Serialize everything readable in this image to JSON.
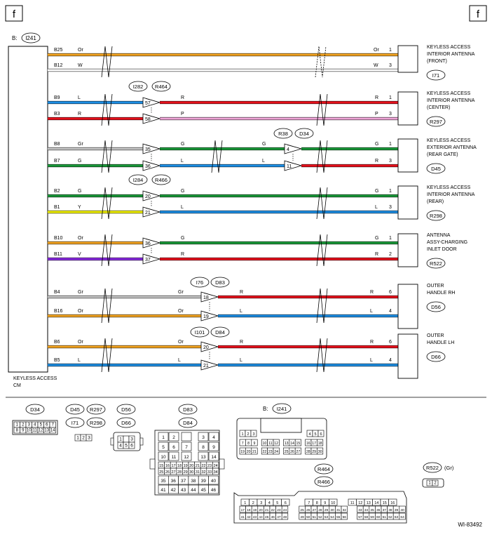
{
  "page_markers": [
    "f",
    "f"
  ],
  "ecu": {
    "name": "KEYLESS ACCESS CM",
    "connector": "I241",
    "pin_prefix": "B:"
  },
  "connector_labels": [
    "I282",
    "R464",
    "I284",
    "R466",
    "R38",
    "D34",
    "I76",
    "D83",
    "I101",
    "D84"
  ],
  "wires": [
    {
      "ecu_pin": "B25",
      "src_color": "Or",
      "dst_color": "Or",
      "dst_pin": "1",
      "hex": "#f5a623"
    },
    {
      "ecu_pin": "B12",
      "src_color": "W",
      "dst_color": "W",
      "dst_pin": "3",
      "hex": "#ffffff"
    },
    {
      "ecu_pin": "B9",
      "src_color": "L",
      "mid_pin": "57",
      "mid_color": "R",
      "dst_color": "R",
      "dst_pin": "1",
      "hex1": "#1e90e6",
      "hex2": "#e8121d"
    },
    {
      "ecu_pin": "B3",
      "src_color": "R",
      "mid_pin": "58",
      "mid_color": "P",
      "dst_color": "P",
      "dst_pin": "3",
      "hex1": "#e8121d",
      "hex2": "#f0a6d8"
    },
    {
      "ecu_pin": "B8",
      "src_color": "Gr",
      "mid_pin": "35",
      "mid_color": "G",
      "mid2_color": "G",
      "mid2_pin": "4",
      "dst_color": "G",
      "dst_pin": "1",
      "hex1": "#c8c8c8",
      "hex2": "#1a9a3a",
      "hex3": "#1a9a3a"
    },
    {
      "ecu_pin": "B7",
      "src_color": "G",
      "mid_pin": "36",
      "mid_color": "L",
      "mid2_color": "L",
      "mid2_pin": "11",
      "dst_color": "R",
      "dst_pin": "3",
      "hex1": "#1a9a3a",
      "hex2": "#1e90e6",
      "hex3": "#e8121d"
    },
    {
      "ecu_pin": "B2",
      "src_color": "G",
      "mid_pin": "20",
      "mid_color": "G",
      "dst_color": "G",
      "dst_pin": "1",
      "hex1": "#1a9a3a",
      "hex2": "#1a9a3a"
    },
    {
      "ecu_pin": "B1",
      "src_color": "Y",
      "mid_pin": "21",
      "mid_color": "L",
      "dst_color": "L",
      "dst_pin": "3",
      "hex1": "#f2f200",
      "hex2": "#1e90e6"
    },
    {
      "ecu_pin": "B10",
      "src_color": "Or",
      "mid_pin": "36",
      "mid_color": "G",
      "dst_color": "G",
      "dst_pin": "1",
      "hex1": "#f5a623",
      "hex2": "#1a9a3a"
    },
    {
      "ecu_pin": "B11",
      "src_color": "V",
      "mid_pin": "37",
      "mid_color": "R",
      "dst_color": "R",
      "dst_pin": "2",
      "hex1": "#8a2be2",
      "hex2": "#e8121d"
    },
    {
      "ecu_pin": "B4",
      "src_color": "Gr",
      "pre_color": "Gr",
      "mid_pin": "18",
      "mid_color": "R",
      "dst_color": "R",
      "dst_pin": "6",
      "hex1": "#c8c8c8",
      "hex2": "#e8121d"
    },
    {
      "ecu_pin": "B16",
      "src_color": "Or",
      "pre_color": "Or",
      "mid_pin": "19",
      "mid_color": "L",
      "dst_color": "L",
      "dst_pin": "4",
      "hex1": "#f5a623",
      "hex2": "#1e90e6"
    },
    {
      "ecu_pin": "B6",
      "src_color": "Or",
      "pre_color": "Or",
      "mid_pin": "20",
      "mid_color": "R",
      "dst_color": "R",
      "dst_pin": "6",
      "hex1": "#f5a623",
      "hex2": "#e8121d"
    },
    {
      "ecu_pin": "B5",
      "src_color": "L",
      "pre_color": "L",
      "mid_pin": "21",
      "mid_color": "L",
      "dst_color": "L",
      "dst_pin": "4",
      "hex1": "#1e90e6",
      "hex2": "#1e90e6"
    }
  ],
  "components": [
    {
      "lines": [
        "KEYLESS ACCESS",
        "INTERIOR ANTENNA",
        "(FRONT)"
      ],
      "connector": "I71"
    },
    {
      "lines": [
        "KEYLESS ACCESS",
        "INTERIOR ANTENNA",
        "(CENTER)"
      ],
      "connector": "R297"
    },
    {
      "lines": [
        "KEYLESS ACCESS",
        "EXTERIOR ANTENNA",
        "(REAR GATE)"
      ],
      "connector": "D45"
    },
    {
      "lines": [
        "KEYLESS ACCESS",
        "INTERIOR ANTENNA",
        "(REAR)"
      ],
      "connector": "R298"
    },
    {
      "lines": [
        "ANTENNA",
        "ASSY-CHARGING",
        "INLET DOOR"
      ],
      "connector": "R522"
    },
    {
      "lines": [
        "OUTER",
        "HANDLE RH"
      ],
      "connector": "D56"
    },
    {
      "lines": [
        "OUTER",
        "HANDLE LH"
      ],
      "connector": "D66"
    }
  ],
  "connector_views": {
    "d34": {
      "label": "D34",
      "row1": [
        "1",
        "2",
        "3",
        "4",
        "5",
        "6",
        "7"
      ],
      "row2": [
        "8",
        "9",
        "10",
        "11",
        "12",
        "13",
        "14"
      ]
    },
    "antenna": {
      "labels": [
        "D45",
        "R297",
        "I71",
        "R298"
      ],
      "pins": [
        "1",
        "2",
        "3"
      ]
    },
    "handle": {
      "labels": [
        "D56",
        "D66"
      ],
      "pins": [
        "1",
        "3",
        "4",
        "5",
        "6"
      ]
    },
    "d83": {
      "labels": [
        "D83",
        "D84"
      ],
      "rows": [
        [
          "1",
          "2",
          "",
          "3",
          "4"
        ],
        [
          "5",
          "6",
          "7",
          "8",
          "9"
        ],
        [
          "10",
          "11",
          "12",
          "13",
          "14"
        ],
        [
          "15",
          "16",
          "17",
          "18",
          "19",
          "20",
          "21",
          "22",
          "23",
          "24"
        ],
        [
          "25",
          "26",
          "27",
          "28",
          "29",
          "30",
          "31",
          "32",
          "33",
          "34"
        ],
        [
          "35",
          "36",
          "37",
          "38",
          "39",
          "40"
        ],
        [
          "41",
          "42",
          "43",
          "44",
          "45",
          "46"
        ]
      ]
    },
    "i241": {
      "label": "B:",
      "connector": "I241",
      "rows": [
        [
          "1",
          "2",
          "3",
          "",
          "4",
          "5",
          "6"
        ],
        [
          "7",
          "8",
          "9",
          "10",
          "11",
          "12",
          "13",
          "14",
          "15",
          "16",
          "17",
          "18"
        ],
        [
          "19",
          "20",
          "21",
          "22",
          "23",
          "24",
          "25",
          "26",
          "27",
          "28",
          "29",
          "30"
        ]
      ]
    },
    "r464": {
      "labels": [
        "R464",
        "R466"
      ],
      "rows": [
        [
          "1",
          "2",
          "3",
          "4",
          "5",
          "6",
          "7",
          "8",
          "9",
          "10",
          "11",
          "12",
          "13",
          "14",
          "15",
          "16"
        ],
        [
          "17",
          "18",
          "19",
          "20",
          "21",
          "22",
          "23",
          "24",
          "25",
          "26",
          "27",
          "28",
          "29",
          "30",
          "31",
          "32",
          "33",
          "34",
          "35",
          "36",
          "37",
          "38",
          "39",
          "40"
        ],
        [
          "41",
          "42",
          "43",
          "44",
          "45",
          "46",
          "47",
          "48",
          "49",
          "50",
          "51",
          "52",
          "53",
          "54",
          "55",
          "56",
          "57",
          "58",
          "59",
          "60",
          "61",
          "62",
          "63",
          "64"
        ]
      ]
    },
    "r522": {
      "label": "R522",
      "color_note": "(Gr)",
      "pins": [
        "1",
        "2"
      ]
    }
  },
  "figure_id": "WI-83492"
}
